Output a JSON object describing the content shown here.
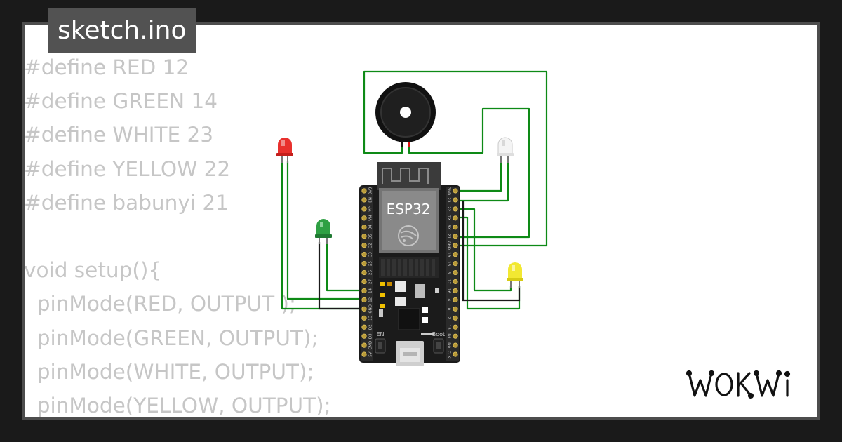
{
  "tab": {
    "filename": "sketch.ino"
  },
  "code_lines": [
    "#define RED 12",
    "#define GREEN 14",
    "#define WHITE 23",
    "#define YELLOW 22",
    "#define babunyi 21",
    "",
    "void setup(){",
    "  pinMode(RED, OUTPUT );",
    "  pinMode(GREEN, OUTPUT);",
    "  pinMode(WHITE, OUTPUT);",
    "  pinMode(YELLOW, OUTPUT);"
  ],
  "board": {
    "chip_label": "ESP32",
    "en_label": "EN",
    "boot_label": "Boot",
    "left_pins": [
      "3V3",
      "EN",
      "VP",
      "VN",
      "34",
      "35",
      "32",
      "33",
      "25",
      "26",
      "27",
      "14",
      "12",
      "GND",
      "13",
      "D2",
      "D3",
      "CMD",
      "5V"
    ],
    "right_pins": [
      "GND",
      "23",
      "22",
      "TX",
      "RX",
      "21",
      "GND",
      "19",
      "18",
      "5",
      "17",
      "16",
      "4",
      "0",
      "2",
      "15",
      "D1",
      "D0",
      "CLK"
    ]
  },
  "components": {
    "leds": [
      {
        "name": "red",
        "color": "#e8302d"
      },
      {
        "name": "green",
        "color": "#2ea043"
      },
      {
        "name": "white",
        "color": "#f4f4f4"
      },
      {
        "name": "yellow",
        "color": "#f2e832"
      }
    ],
    "buzzer": "buzzer-icon",
    "wire_color": "#0e8a16"
  },
  "brand": {
    "logo": "WOKWI"
  }
}
